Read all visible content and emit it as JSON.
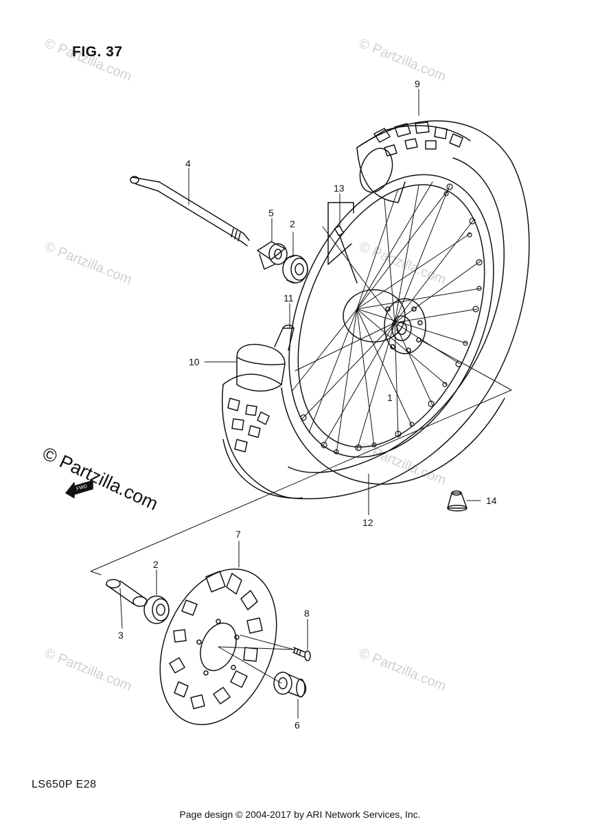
{
  "figure": {
    "title": "FIG. 37",
    "model_code": "LS650P  E28"
  },
  "callouts": [
    {
      "id": "c9",
      "label": "9"
    },
    {
      "id": "c4",
      "label": "4"
    },
    {
      "id": "c5",
      "label": "5"
    },
    {
      "id": "c2a",
      "label": "2"
    },
    {
      "id": "c13",
      "label": "13"
    },
    {
      "id": "c11",
      "label": "11"
    },
    {
      "id": "c10",
      "label": "10"
    },
    {
      "id": "c1",
      "label": "1"
    },
    {
      "id": "c12",
      "label": "12"
    },
    {
      "id": "c14",
      "label": "14"
    },
    {
      "id": "c7",
      "label": "7"
    },
    {
      "id": "c2b",
      "label": "2"
    },
    {
      "id": "c3",
      "label": "3"
    },
    {
      "id": "c8",
      "label": "8"
    },
    {
      "id": "c6",
      "label": "6"
    }
  ],
  "watermark": {
    "text": "© Partzilla.com",
    "main_text": "© Partzilla.com"
  },
  "fwd_label": "FWD",
  "footer": "Page design © 2004-2017 by ARI Network Services, Inc.",
  "colors": {
    "line": "#111111",
    "watermark": "#d0d0d0",
    "background": "#ffffff"
  }
}
